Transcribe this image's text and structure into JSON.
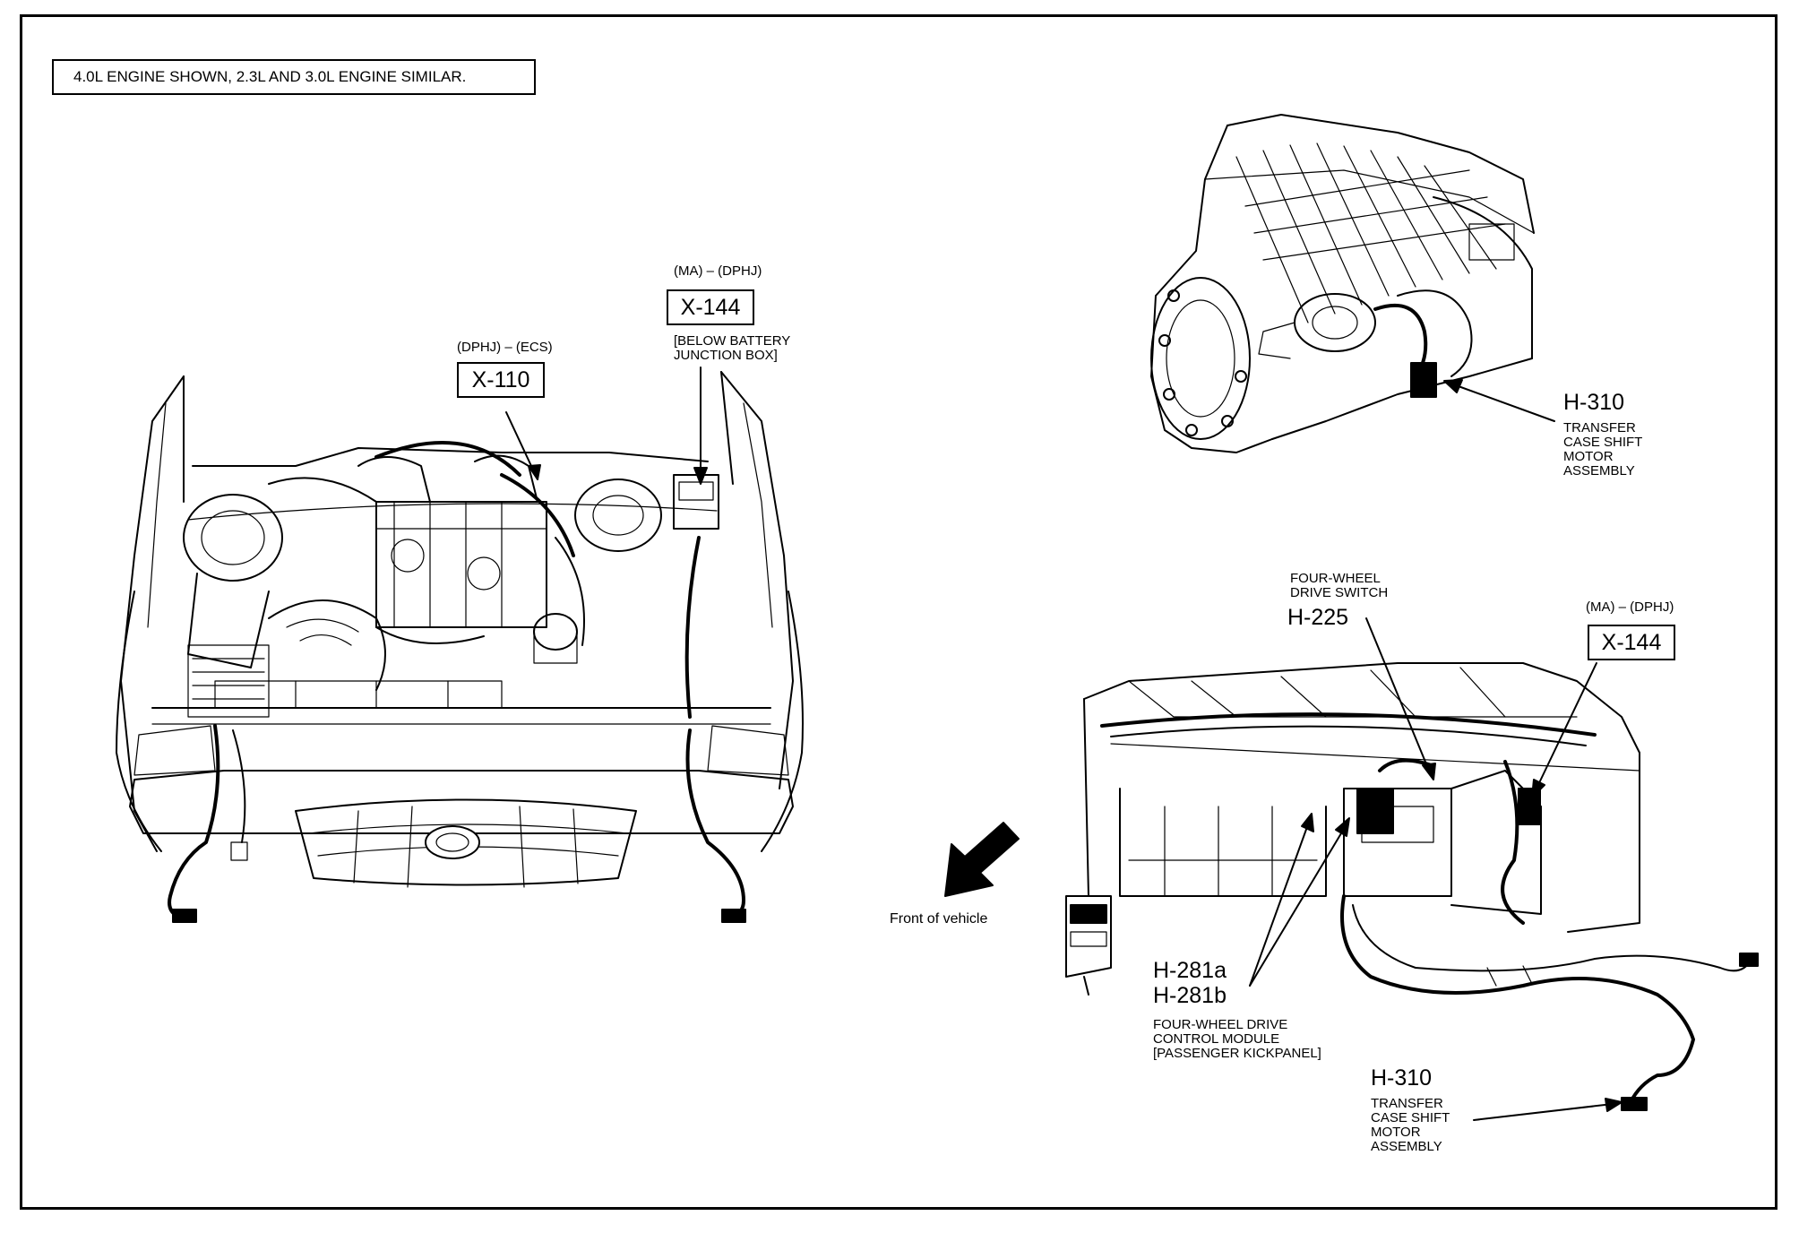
{
  "note": "4.0L ENGINE SHOWN, 2.3L AND 3.0L ENGINE SIMILAR.",
  "engine": {
    "x110": {
      "codes": "(DPHJ) – (ECS)",
      "connector": "X-110"
    },
    "x144": {
      "codes": "(MA) – (DPHJ)",
      "connector": "X-144",
      "location": "[BELOW BATTERY\nJUNCTION BOX]"
    }
  },
  "direction_label": "Front of vehicle",
  "transfer_case": {
    "connector": "H-310",
    "description": "TRANSFER\nCASE SHIFT\nMOTOR\nASSEMBLY"
  },
  "dashboard": {
    "switch": {
      "description": "FOUR-WHEEL\nDRIVE SWITCH",
      "connector": "H-225"
    },
    "x144": {
      "codes": "(MA) – (DPHJ)",
      "connector": "X-144"
    },
    "module": {
      "connector_a": "H-281a",
      "connector_b": "H-281b",
      "description": "FOUR-WHEEL DRIVE\nCONTROL MODULE\n[PASSENGER KICKPANEL]"
    },
    "shift_motor": {
      "connector": "H-310",
      "description": "TRANSFER\nCASE SHIFT\nMOTOR\nASSEMBLY"
    }
  }
}
